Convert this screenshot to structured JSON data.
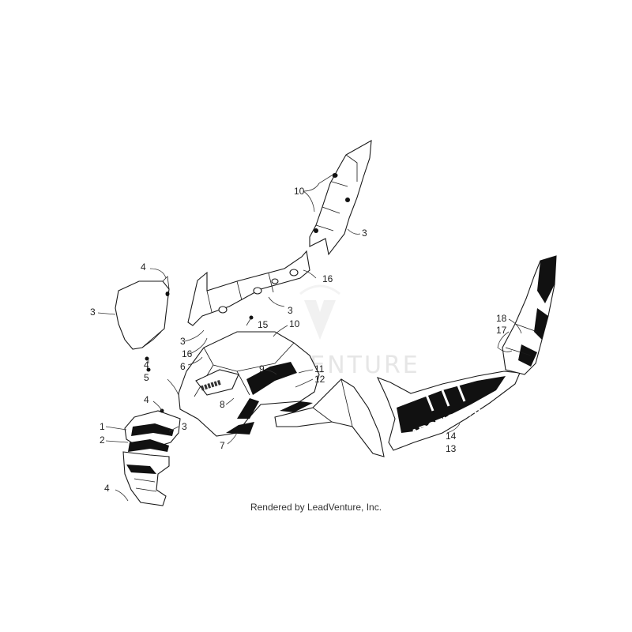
{
  "watermark": {
    "text": "LEADVENTURE"
  },
  "footer": {
    "credit": "Rendered by LeadVenture, Inc."
  },
  "decals": {
    "brand_text": "ARCTIC CAT"
  },
  "callouts": {
    "c10a": "10",
    "c3a": "3",
    "c16a": "16",
    "c4a": "4",
    "c3b": "3",
    "c3c": "3",
    "c15": "15",
    "c10b": "10",
    "c3d": "3",
    "c16b": "16",
    "c6": "6",
    "c4b": "4",
    "c5": "5",
    "c9": "9",
    "c11": "11",
    "c12": "12",
    "c8": "8",
    "c4c": "4",
    "c3e": "3",
    "c1": "1",
    "c2": "2",
    "c7": "7",
    "c4d": "4",
    "c18": "18",
    "c17": "17",
    "c14": "14",
    "c13": "13"
  }
}
